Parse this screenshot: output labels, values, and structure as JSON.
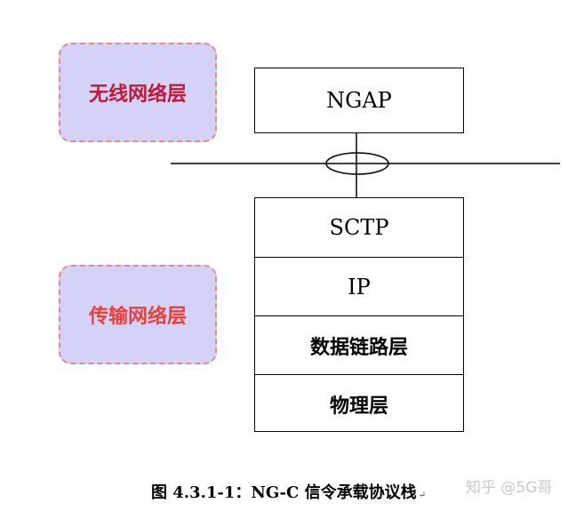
{
  "layers": {
    "radio": {
      "label": "无线网络层",
      "color": "#c0183a"
    },
    "transport": {
      "label": "传输网络层",
      "color": "#e8403a"
    }
  },
  "protocols": {
    "ngap": "NGAP",
    "sctp": "SCTP",
    "ip": "IP",
    "data_link": "数据链路层",
    "physical": "物理层"
  },
  "caption": {
    "text": "图 4.3.1-1：NG-C 信令承载协议栈",
    "mark": "↵"
  },
  "watermark": "知乎 @5G哥"
}
